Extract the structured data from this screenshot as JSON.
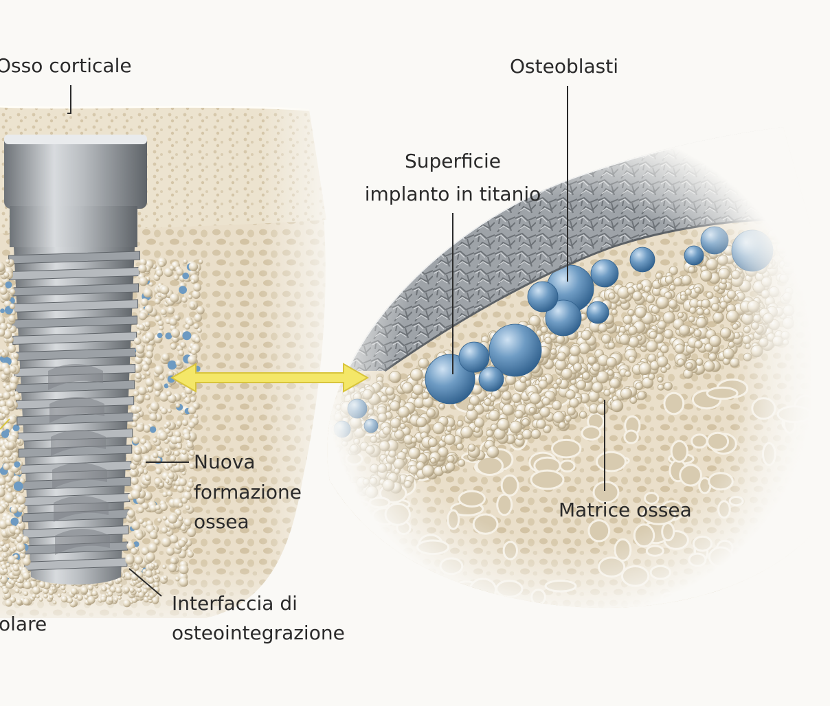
{
  "labels": {
    "cortical_bone": "Osso corticale",
    "osteoblasts": "Osteoblasti",
    "implant_surface_line1": "Superficie",
    "implant_surface_line2": "implanto in titanio",
    "new_bone_line1": "Nuova",
    "new_bone_line2": "formazione",
    "new_bone_line3": "ossea",
    "bone_matrix": "Matrice ossea",
    "interface_line1": "Interfaccia di",
    "interface_line2": "osteointegrazione",
    "trabecular_partial": "olare"
  },
  "colors": {
    "background": "#faf9f6",
    "bone": "#e6dcc4",
    "bone_particles": "#e8dfcb",
    "titanium": "#9ea3a8",
    "osteoblasts": "#5f8fb8",
    "arrow": "#f4e768",
    "text": "#2a2a2a"
  },
  "icons": {
    "arrow": "double-headed-arrow-icon"
  }
}
